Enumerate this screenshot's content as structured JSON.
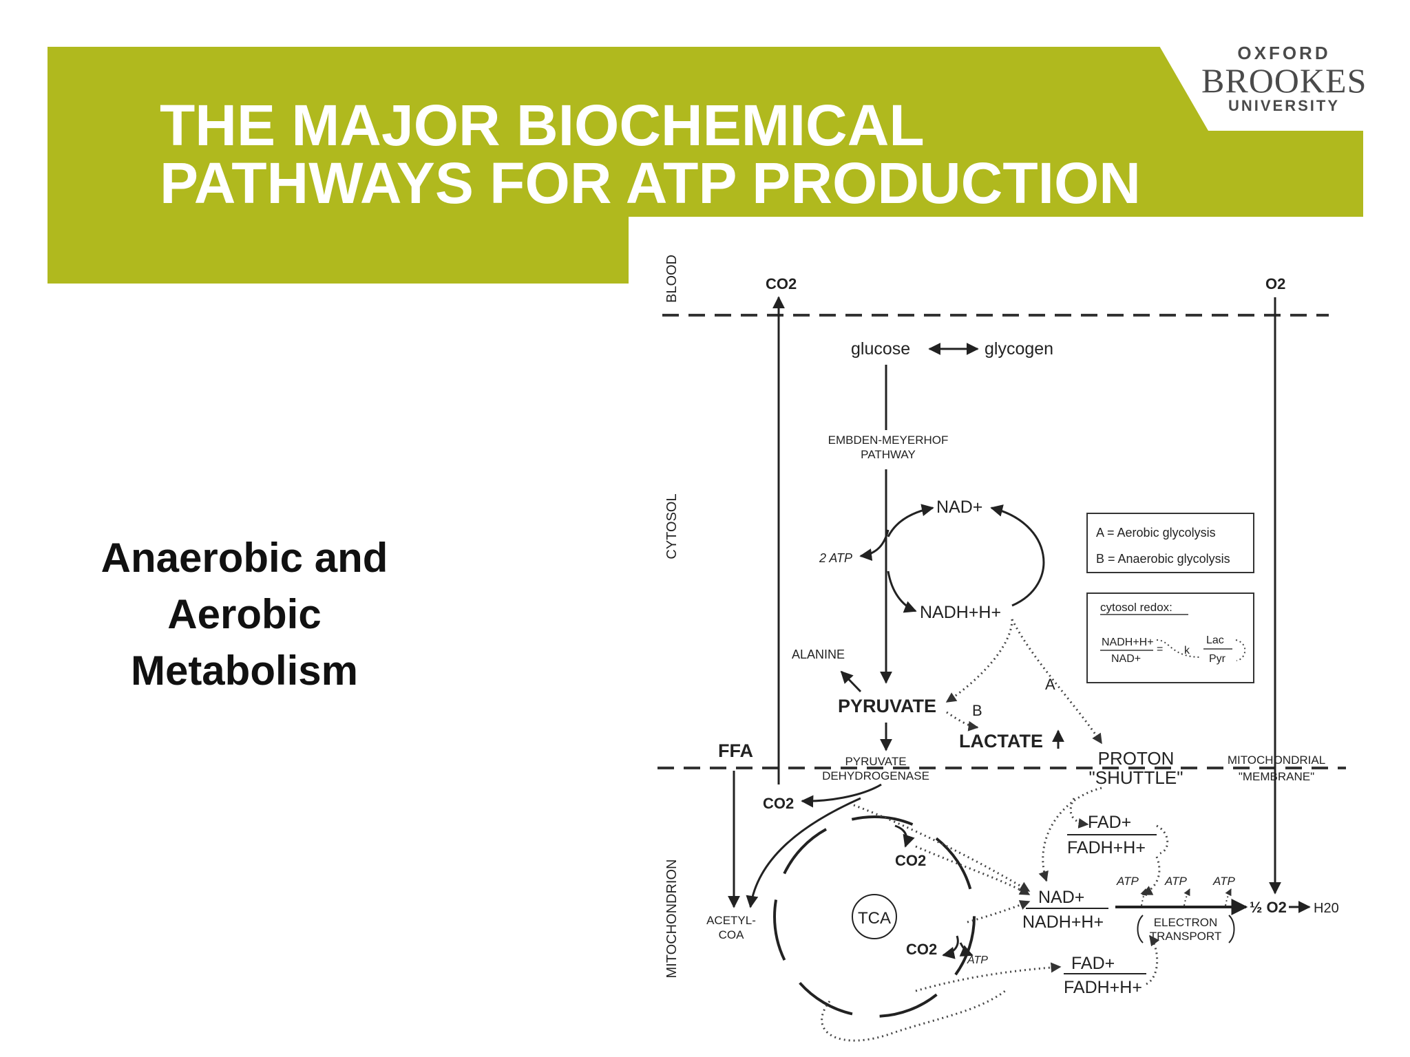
{
  "header": {
    "title_line1": "THE MAJOR BIOCHEMICAL",
    "title_line2": "PATHWAYS FOR ATP PRODUCTION",
    "background_color": "#b0b91e"
  },
  "logo": {
    "line1": "OXFORD",
    "line2": "BROOKES",
    "line3": "UNIVERSITY"
  },
  "side_text": {
    "line1": "Anaerobic and",
    "line2": "Aerobic",
    "line3": "Metabolism"
  },
  "diagram": {
    "regions": {
      "blood": "BLOOD",
      "cytosol": "CYTOSOL",
      "mitochondrion": "MITOCHONDRION"
    },
    "labels": {
      "co2_top": "CO2",
      "o2_top": "O2",
      "glucose": "glucose",
      "glycogen": "glycogen",
      "emp_line1": "EMBDEN-MEYERHOF",
      "emp_line2": "PATHWAY",
      "nad_plus": "NAD+",
      "atp_2": "2 ATP",
      "nadh_h": "NADH+H+",
      "alanine": "ALANINE",
      "pyruvate": "PYRUVATE",
      "label_a": "A",
      "label_b": "B",
      "lactate": "LACTATE",
      "ffa": "FFA",
      "pdh_line1": "PYRUVATE",
      "pdh_line2": "DEHYDROGENASE",
      "proton_line1": "PROTON",
      "proton_line2": "\"SHUTTLE\"",
      "mito_membrane_line1": "MITOCHONDRIAL",
      "mito_membrane_line2": "\"MEMBRANE\"",
      "co2_pdh": "CO2",
      "co2_tca1": "CO2",
      "co2_tca2": "CO2",
      "acetyl_line1": "ACETYL-",
      "acetyl_line2": "COA",
      "tca": "TCA",
      "atp_tca": "ATP",
      "fad_plus_1": "FAD+",
      "fadh_h_1": "FADH+H+",
      "nad_plus_2": "NAD+",
      "nadh_h_2": "NADH+H+",
      "atp_et_1": "ATP",
      "atp_et_2": "ATP",
      "atp_et_3": "ATP",
      "et_line1": "ELECTRON",
      "et_line2": "TRANSPORT",
      "half_o2": "½ O2",
      "h2o": "H20",
      "fad_plus_2": "FAD+",
      "fadh_h_2": "FADH+H+"
    },
    "legend": {
      "a_text": "A = Aerobic glycolysis",
      "b_text": "B = Anaerobic glycolysis"
    },
    "redox_box": {
      "title": "cytosol redox:",
      "numerator": "NADH+H+",
      "denominator": "NAD+",
      "equals": "=",
      "k": "k",
      "lac": "Lac",
      "pyr": "Pyr"
    }
  }
}
